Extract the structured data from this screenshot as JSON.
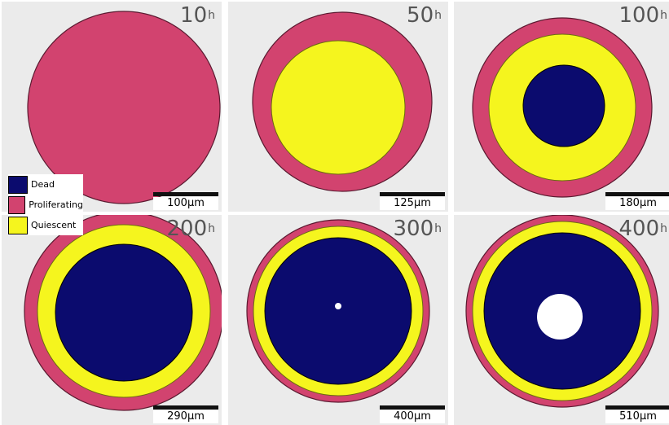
{
  "colors": {
    "dead": "#0b0b6e",
    "proliferating": "#d2436f",
    "quiescent": "#f5f51e",
    "background": "#ebebeb"
  },
  "legend": [
    {
      "label": "Dead",
      "color": "#0b0b6e"
    },
    {
      "label": "Proliferating",
      "color": "#d2436f"
    },
    {
      "label": "Quiescent",
      "color": "#f5f51e"
    }
  ],
  "panels": [
    {
      "time": "10",
      "time_unit": "h",
      "scale_label": "100μm"
    },
    {
      "time": "50",
      "time_unit": "h",
      "scale_label": "125μm"
    },
    {
      "time": "100",
      "time_unit": "h",
      "scale_label": "180μm"
    },
    {
      "time": "200",
      "time_unit": "h",
      "scale_label": "290μm"
    },
    {
      "time": "300",
      "time_unit": "h",
      "scale_label": "400μm"
    },
    {
      "time": "400",
      "time_unit": "h",
      "scale_label": "510μm"
    }
  ]
}
